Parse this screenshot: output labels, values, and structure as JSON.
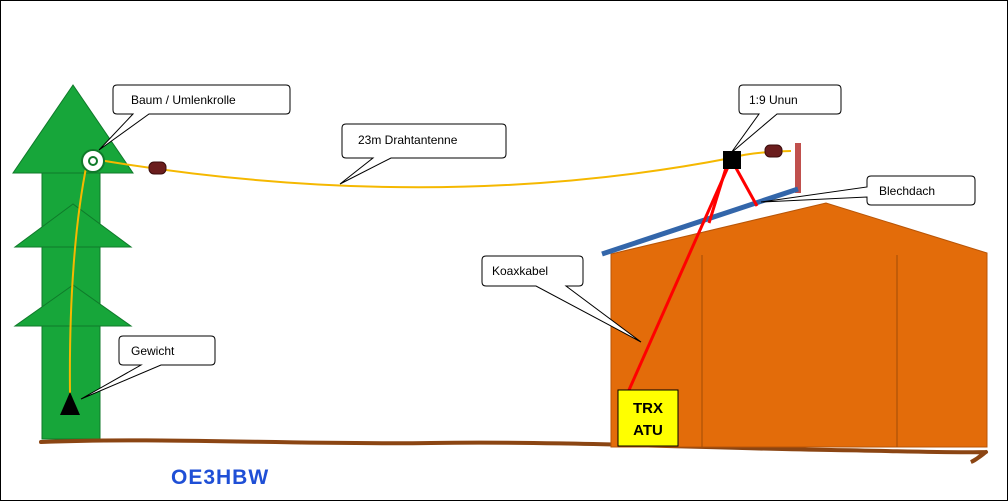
{
  "labels": {
    "tree_pulley": "Baum / Umlenkrolle",
    "wire_antenna": "23m Drahtantenne",
    "unun": "1:9 Unun",
    "metal_roof": "Blechdach",
    "coax": "Koaxkabel",
    "weight": "Gewicht",
    "trx_line1": "TRX",
    "trx_line2": "ATU",
    "callsign": "OE3HBW"
  },
  "colors": {
    "tree": "#17a63a",
    "wire": "#f5b800",
    "coax": "#ff0000",
    "house": "#e36c0a",
    "roof": "#3366aa",
    "chimney": "#c0504d",
    "ground": "#8b4513",
    "insulator": "#6b1d1d",
    "trx_box": "#ffff00",
    "callsign": "#1f4fd6"
  }
}
